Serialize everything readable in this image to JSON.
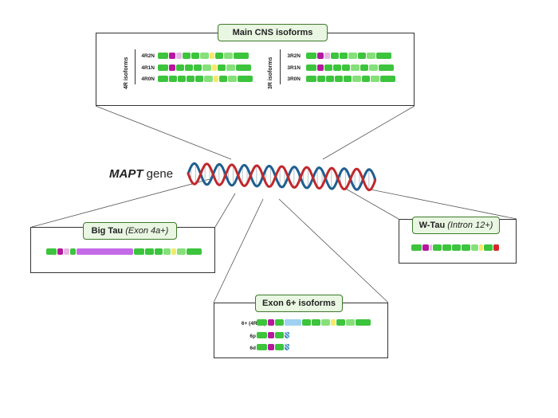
{
  "gene": {
    "name": "MAPT",
    "suffix": " gene"
  },
  "main_panel": {
    "title": "Main CNS isoforms",
    "group_4r": "4R isoforms",
    "group_3r": "3R isoforms",
    "rows_4r": [
      "4R2N",
      "4R1N",
      "4R0N"
    ],
    "rows_3r": [
      "3R2N",
      "3R1N",
      "3R0N"
    ]
  },
  "bigtau_panel": {
    "title": "Big Tau",
    "title_note": "(Exon 4a+)"
  },
  "wtau_panel": {
    "title": "W-Tau",
    "title_note": "(Intron 12+)"
  },
  "exon6_panel": {
    "title": "Exon 6+ isoforms",
    "rows": [
      "6+ (4R2N)",
      "6p",
      "6d"
    ]
  },
  "colors": {
    "green": "#3cc43c",
    "light_green": "#86e07a",
    "magenta": "#b5179e",
    "light_pink": "#e7b6e6",
    "violet": "#c56ae6",
    "yellow": "#f4e96b",
    "light_blue": "#9fd2f2",
    "red": "#d7262b",
    "dna_red": "#c0282d",
    "dna_blue": "#1f5f8f"
  }
}
